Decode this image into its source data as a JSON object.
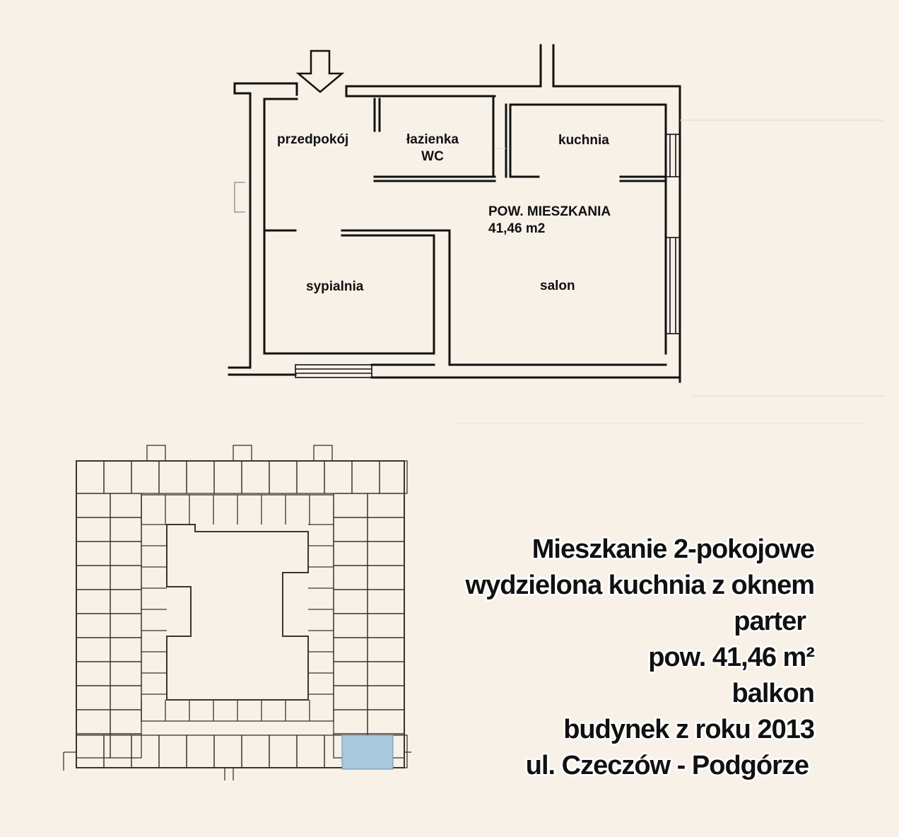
{
  "plan": {
    "rooms": {
      "hall": "przedpokój",
      "bathroom_line1": "łazienka",
      "bathroom_line2": "WC",
      "kitchen": "kuchnia",
      "bedroom": "sypialnia",
      "living": "salon"
    },
    "total_label": "POW. MIESZKANIA",
    "total_value": "41,46 m2",
    "entrance_icon": "down-arrow-icon"
  },
  "site_plan": {
    "highlight_color": "#a9c7dd"
  },
  "info": {
    "line1": "Mieszkanie 2-pokojowe",
    "line2": "wydzielona kuchnia z oknem",
    "line3": "parter",
    "line4": "pow. 41,46 m²",
    "line5": "balkon",
    "line6": "budynek z roku 2013",
    "line7": "ul. Czeczów - Podgórze"
  },
  "colors": {
    "background": "#f7f1e8",
    "wall": "#111111"
  }
}
